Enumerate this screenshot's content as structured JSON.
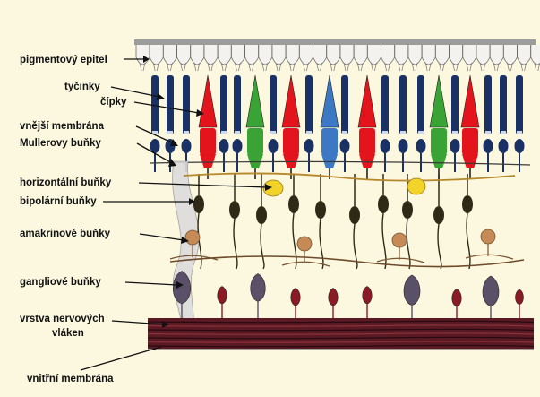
{
  "labels": {
    "pigment_epithelium": "pigmentový epitel",
    "rods": "tyčinky",
    "cones": "čípky",
    "outer_membrane": "vnější membrána",
    "muller_cells": "Mullerovy buňky",
    "horizontal_cells": "horizontální  buňky",
    "bipolar_cells": "bipolární buňky",
    "amacrine_cells": "amakrinové buňky",
    "ganglion_cells": "gangliové buňky",
    "nerve_fiber_layer_1": "vrstva nervových",
    "nerve_fiber_layer_2": "vláken",
    "inner_membrane": "vnitřní membrána"
  },
  "colors": {
    "background": "#fbf8df",
    "rod": "#1a3166",
    "cone_red": "#e3141c",
    "cone_green": "#3aa336",
    "cone_blue": "#3d78c4",
    "horizontal_cell": "#f2d32a",
    "bipolar_cell": "#2e2a16",
    "amacrine_cell": "#c58a55",
    "ganglion_cell": "#5a5068",
    "nerve_fiber_band": "#5a1a24"
  }
}
